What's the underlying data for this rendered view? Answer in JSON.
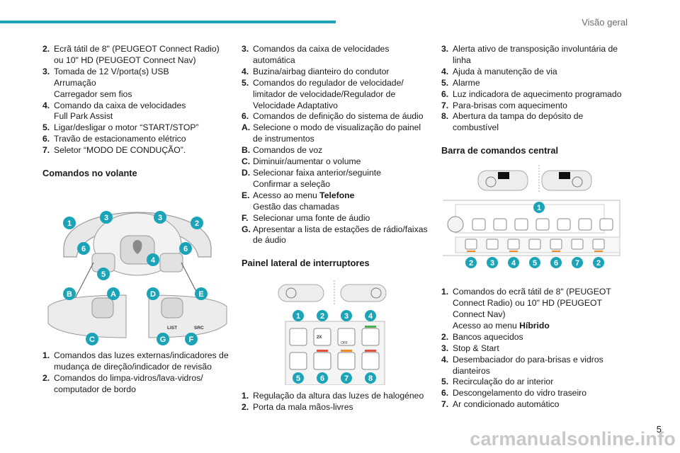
{
  "header": {
    "section_title": "Visão geral",
    "accent_color": "#1ba3b8"
  },
  "page_number": "5",
  "watermark": "carmanualsonline.info",
  "col1": {
    "items_top": [
      {
        "n": "2.",
        "lines": [
          "Ecrã tátil de 8\" (PEUGEOT Connect Radio)",
          "ou 10\" HD (PEUGEOT Connect Nav)"
        ]
      },
      {
        "n": "3.",
        "lines": [
          "Tomada de 12 V/porta(s) USB",
          "Arrumação",
          "Carregador sem fios"
        ]
      },
      {
        "n": "4.",
        "lines": [
          "Comando da caixa de velocidades",
          "Full Park Assist"
        ]
      },
      {
        "n": "5.",
        "lines": [
          "Ligar/desligar o motor “START/STOP”"
        ]
      },
      {
        "n": "6.",
        "lines": [
          "Travão de estacionamento elétrico"
        ]
      },
      {
        "n": "7.",
        "lines": [
          "Seletor “MODO DE CONDUÇÃO”."
        ]
      }
    ],
    "heading": "Comandos no volante",
    "figure_labels": {
      "list": "LIST",
      "src": "SRC"
    },
    "items_bottom": [
      {
        "n": "1.",
        "lines": [
          "Comandos das luzes externas/indicadores de",
          "mudança de direção/indicador de revisão"
        ]
      },
      {
        "n": "2.",
        "lines": [
          "Comandos do limpa-vidros/lava-vidros/",
          "computador de bordo"
        ]
      }
    ]
  },
  "col2": {
    "items": [
      {
        "n": "3.",
        "lines": [
          "Comandos da caixa de velocidades",
          "automática"
        ]
      },
      {
        "n": "4.",
        "lines": [
          "Buzina/airbag dianteiro do condutor"
        ]
      },
      {
        "n": "5.",
        "lines": [
          "Comandos do regulador de velocidade/",
          "limitador de velocidade/Regulador de",
          "Velocidade Adaptativo"
        ]
      },
      {
        "n": "6.",
        "lines": [
          "Comandos de definição do sistema de áudio"
        ]
      },
      {
        "n": "A.",
        "lines": [
          "Selecione o modo de visualização do painel",
          "de instrumentos"
        ]
      },
      {
        "n": "B.",
        "lines": [
          "Comandos de voz"
        ]
      },
      {
        "n": "C.",
        "lines": [
          "Diminuir/aumentar o volume"
        ]
      },
      {
        "n": "D.",
        "lines": [
          "Selecionar faixa anterior/seguinte",
          "Confirmar a seleção"
        ]
      }
    ],
    "item_e": {
      "n": "E.",
      "prefix": "Acesso ao menu ",
      "bold": "Telefone",
      "line2": "Gestão das chamadas"
    },
    "items2": [
      {
        "n": "F.",
        "lines": [
          "Selecionar uma fonte de áudio"
        ]
      },
      {
        "n": "G.",
        "lines": [
          "Apresentar a lista de estações de rádio/faixas",
          "de áudio"
        ]
      }
    ],
    "heading": "Painel lateral de interruptores",
    "figure_labels": {
      "twox": "2X",
      "off": "OFF"
    },
    "items_bottom": [
      {
        "n": "1.",
        "lines": [
          "Regulação da altura das luzes de halogéneo"
        ]
      },
      {
        "n": "2.",
        "lines": [
          "Porta da mala mãos-livres"
        ]
      }
    ]
  },
  "col3": {
    "items": [
      {
        "n": "3.",
        "lines": [
          "Alerta ativo de transposição involuntária de",
          "linha"
        ]
      },
      {
        "n": "4.",
        "lines": [
          "Ajuda à manutenção de via"
        ]
      },
      {
        "n": "5.",
        "lines": [
          "Alarme"
        ]
      },
      {
        "n": "6.",
        "lines": [
          "Luz indicadora de aquecimento programado"
        ]
      },
      {
        "n": "7.",
        "lines": [
          "Para-brisas com aquecimento"
        ]
      },
      {
        "n": "8.",
        "lines": [
          "Abertura da tampa do depósito de",
          "combustível"
        ]
      }
    ],
    "heading": "Barra de comandos central",
    "item1": {
      "n": "1.",
      "lines": [
        "Comandos do ecrã tátil de 8\" (PEUGEOT",
        "Connect Radio) ou 10\" HD (PEUGEOT",
        "Connect Nav)"
      ],
      "prefix": "Acesso ao menu ",
      "bold": "Híbrido"
    },
    "items_bottom": [
      {
        "n": "2.",
        "lines": [
          "Bancos aquecidos"
        ]
      },
      {
        "n": "3.",
        "lines": [
          "Stop & Start"
        ]
      },
      {
        "n": "4.",
        "lines": [
          "Desembaciador do para-brisas e vidros",
          "dianteiros"
        ]
      },
      {
        "n": "5.",
        "lines": [
          "Recirculação do ar interior"
        ]
      },
      {
        "n": "6.",
        "lines": [
          "Descongelamento do vidro traseiro"
        ]
      },
      {
        "n": "7.",
        "lines": [
          "Ar condicionado automático"
        ]
      }
    ]
  }
}
